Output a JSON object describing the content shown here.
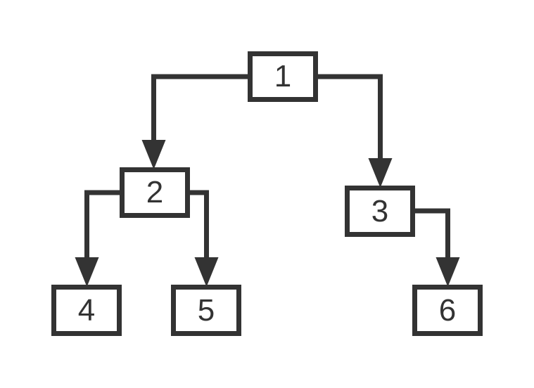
{
  "diagram": {
    "type": "tree",
    "colors": {
      "stroke": "#333333",
      "node_fill": "#ffffff",
      "background": "#ffffff"
    },
    "nodes": [
      {
        "id": "1",
        "label": "1"
      },
      {
        "id": "2",
        "label": "2"
      },
      {
        "id": "3",
        "label": "3"
      },
      {
        "id": "4",
        "label": "4"
      },
      {
        "id": "5",
        "label": "5"
      },
      {
        "id": "6",
        "label": "6"
      }
    ],
    "edges": [
      {
        "from": "1",
        "to": "2"
      },
      {
        "from": "1",
        "to": "3"
      },
      {
        "from": "2",
        "to": "4"
      },
      {
        "from": "2",
        "to": "5"
      },
      {
        "from": "3",
        "to": "6"
      }
    ]
  }
}
